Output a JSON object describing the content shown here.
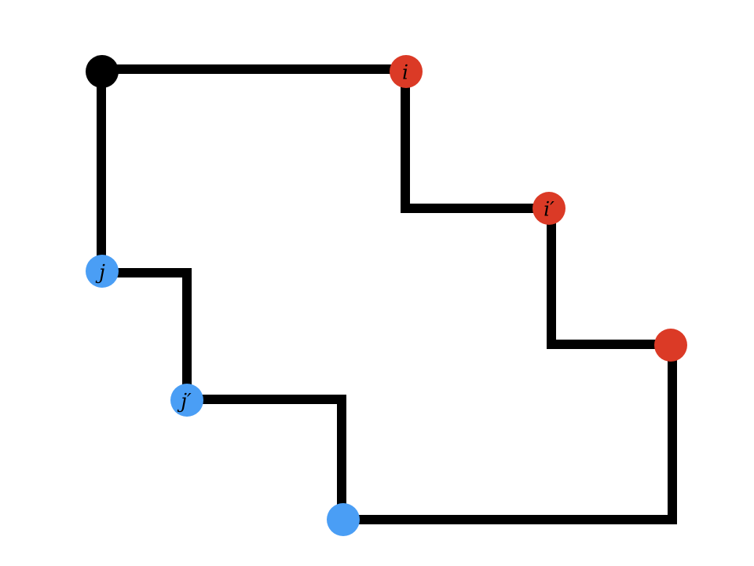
{
  "colors": {
    "edge": "#000000",
    "black_node": "#000000",
    "red_node": "#DB3A26",
    "blue_node": "#4A9EF5",
    "label": "#000000"
  },
  "nodes": {
    "root": {
      "label": "",
      "color": "black"
    },
    "i": {
      "label": "i",
      "color": "red"
    },
    "i_prime": {
      "label": "i′",
      "color": "red"
    },
    "red_end": {
      "label": "",
      "color": "red"
    },
    "j": {
      "label": "j",
      "color": "blue"
    },
    "j_prime": {
      "label": "j′",
      "color": "blue"
    },
    "blue_end": {
      "label": "",
      "color": "blue"
    }
  }
}
